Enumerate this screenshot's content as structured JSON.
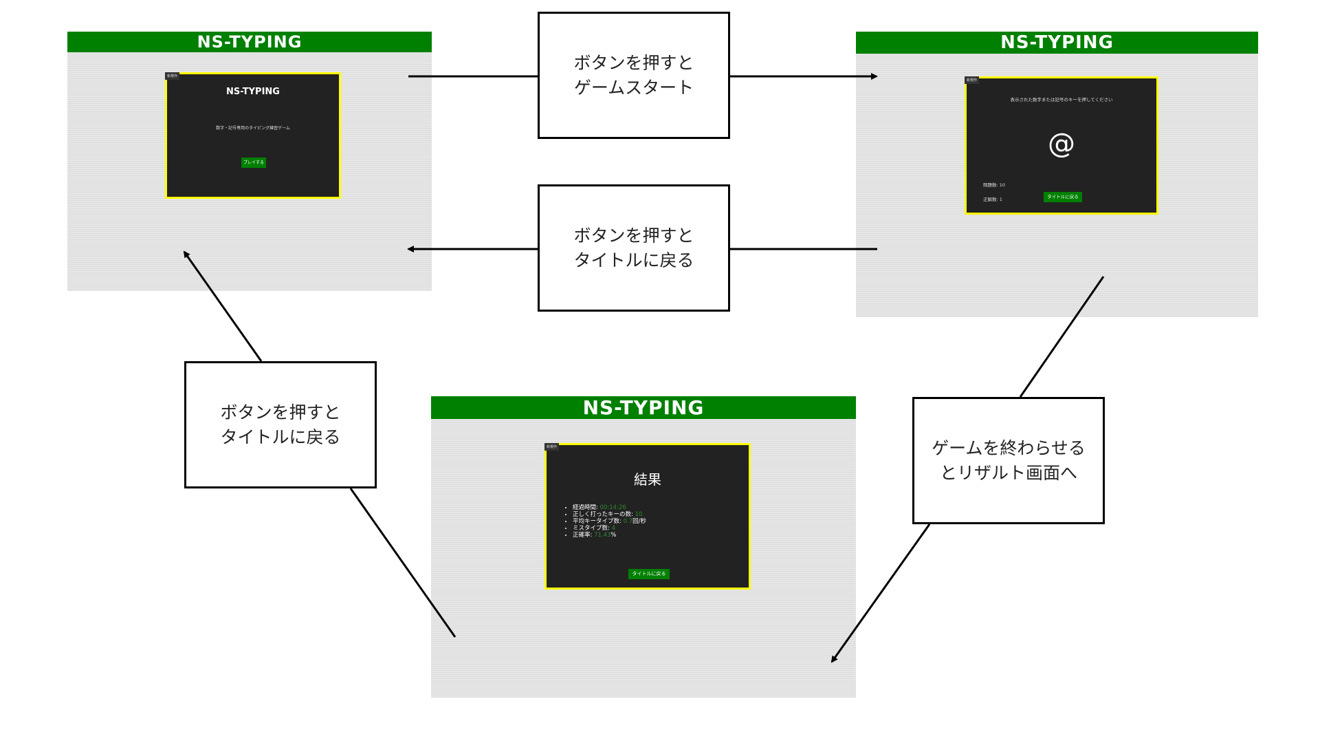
{
  "app_title": "NS-TYPING",
  "corner_label": "新規作",
  "title_screen": {
    "header": "NS-TYPING",
    "card_title": "NS-TYPING",
    "subtitle": "数字・記号専用のタイピング練習ゲーム",
    "play_button": "プレイする"
  },
  "game_screen": {
    "header": "NS-TYPING",
    "prompt": "表示された数字または記号のキーを押してください",
    "symbol": "@",
    "question_count_label": "問題数: 10",
    "correct_count_label": "正解数: 1",
    "back_button": "タイトルに戻る"
  },
  "result_screen": {
    "header": "NS-TYPING",
    "title": "結果",
    "items": [
      {
        "label": "経過時間: ",
        "value": "00:14:26",
        "unit": ""
      },
      {
        "label": "正しく打ったキーの数: ",
        "value": "10",
        "unit": ""
      },
      {
        "label": "平均キータイプ数: ",
        "value": "0.7",
        "unit": "回/秒"
      },
      {
        "label": "ミスタイプ数: ",
        "value": "4",
        "unit": ""
      },
      {
        "label": "正確率: ",
        "value": "71.43",
        "unit": "%"
      }
    ],
    "back_button": "タイトルに戻る"
  },
  "annotations": {
    "start": "ボタンを押すと\nゲームスタート",
    "back_from_game": "ボタンを押すと\nタイトルに戻る",
    "back_from_result": "ボタンを押すと\nタイトルに戻る",
    "to_result": "ゲームを終わらせる\nとリザルト画面へ"
  },
  "colors": {
    "header_green": "#008000",
    "card_bg": "#222222",
    "card_border": "#ffff00",
    "value_green": "#2e8b2e"
  }
}
